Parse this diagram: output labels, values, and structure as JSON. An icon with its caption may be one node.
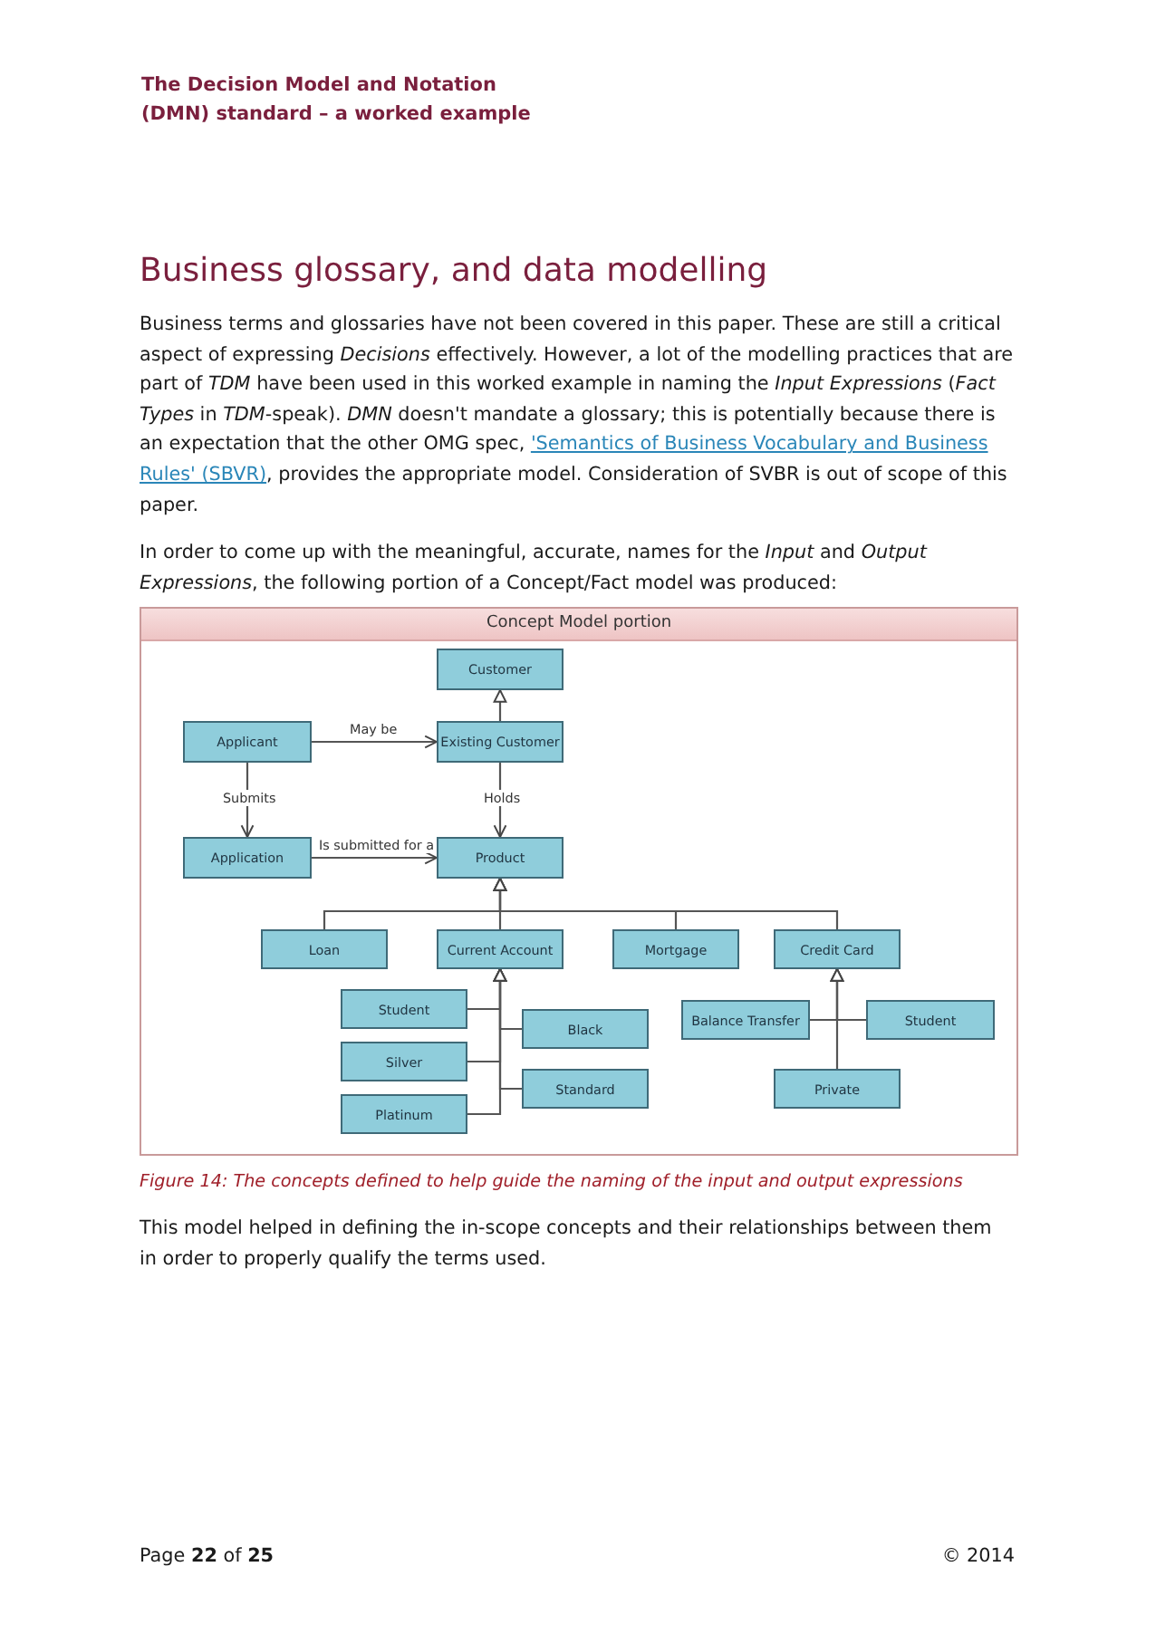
{
  "diagram": {
    "title": "Business glossary, and data modelling",
    "caption": "Figure 14: The concepts defined to help guide the naming of the input and output expressions",
    "nodes": [
      {
        "text": [
          "Concept Model portion"
        ]
      },
      {
        "text": [
          "Customer"
        ],
        "in": 0
      },
      {
        "text": [
          "Applicant"
        ],
        "in": 0
      },
      {
        "text": [
          "Existing Customer"
        ],
        "in": 0
      },
      {
        "text": [
          "Application"
        ],
        "in": 0
      },
      {
        "text": [
          "Product"
        ],
        "in": 0
      },
      {
        "text": [
          "Loan"
        ],
        "in": 0
      },
      {
        "text": [
          "Current Account"
        ],
        "in": 0
      },
      {
        "text": [
          "Mortgage"
        ],
        "in": 0
      },
      {
        "text": [
          "Credit Card"
        ],
        "in": 0
      },
      {
        "text": [
          "Student"
        ],
        "in": 0
      },
      {
        "text": [
          "Black"
        ],
        "in": 0
      },
      {
        "text": [
          "Silver"
        ],
        "in": 0
      },
      {
        "text": [
          "Standard"
        ],
        "in": 0
      },
      {
        "text": [
          "Platinum"
        ],
        "in": 0
      },
      {
        "text": [
          "Balance Transfer"
        ],
        "in": 0
      },
      {
        "text": [
          "Student"
        ],
        "in": 0
      },
      {
        "text": [
          "Private"
        ],
        "in": 0
      }
    ],
    "edges": [
      {
        "from": 3,
        "to": 1,
        "arrow": "to"
      },
      {
        "from": 2,
        "to": 3,
        "arrow": "to",
        "label": "May be"
      },
      {
        "from": 2,
        "to": 4,
        "arrow": "to",
        "label": "Submits"
      },
      {
        "from": 3,
        "to": 5,
        "arrow": "to",
        "label": "Holds"
      },
      {
        "from": 4,
        "to": 5,
        "arrow": "to",
        "label": "Is submitted for a"
      },
      {
        "from": 6,
        "to": 5,
        "arrow": "to"
      },
      {
        "from": 7,
        "to": 5,
        "arrow": "to"
      },
      {
        "from": 8,
        "to": 5,
        "arrow": "to"
      },
      {
        "from": 9,
        "to": 5,
        "arrow": "to"
      },
      {
        "from": 10,
        "to": 7,
        "arrow": "to"
      },
      {
        "from": 11,
        "to": 7,
        "arrow": "to"
      },
      {
        "from": 12,
        "to": 7,
        "arrow": "to"
      },
      {
        "from": 13,
        "to": 7,
        "arrow": "to"
      },
      {
        "from": 14,
        "to": 7,
        "arrow": "to"
      },
      {
        "from": 15,
        "to": 9,
        "arrow": "to"
      },
      {
        "from": 16,
        "to": 9,
        "arrow": "to"
      },
      {
        "from": 17,
        "to": 9,
        "arrow": "to"
      }
    ],
    "labels": [
      "The Decision Model and Notation (DMN) standard – a worked example",
      "Business terms and glossaries have not been covered in this paper. These are still a critical aspect of expressing *Decisions* effectively. However, a lot of the modelling practices that are part of *TDM* have been used in this worked example in naming the *Input Expressions* (*Fact Types* in *TDM*-speak). *DMN* doesn't mandate a glossary; this is potentially because there is an expectation that the other OMG spec,",
      "'Semantics of Business Vocabulary and Business Rules' (SBVR)",
      ", provides the appropriate model. Consideration of SVBR is out of scope of this paper.",
      "In order to come up with the meaningful, accurate, names for the *Input* and *Output Expressions*, the following portion of a Concept/Fact model was produced:",
      "This model helped in defining the in-scope concepts and their relationships between them in order to properly qualify the terms used.",
      "Page **22** of **25**",
      "© 2014"
    ]
  }
}
